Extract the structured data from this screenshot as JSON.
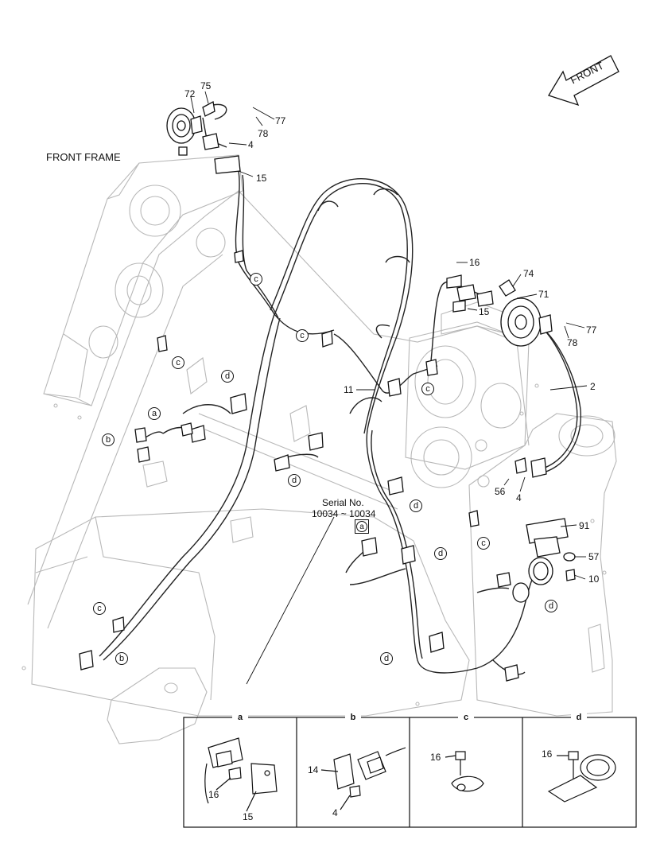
{
  "title": "FRONT FRAME",
  "front_arrow": "FRONT",
  "serial": {
    "line1": "Serial No.",
    "line2": "10034 ~ 10034",
    "ref": "a"
  },
  "part_numbers": {
    "p75": "75",
    "p72": "72",
    "p77a": "77",
    "p78a": "78",
    "p4a": "4",
    "p15a": "15",
    "p16a": "16",
    "p74": "74",
    "p71": "71",
    "p15b": "15",
    "p77b": "77",
    "p78b": "78",
    "p2": "2",
    "p11": "11",
    "p56": "56",
    "p4b": "4",
    "p91": "91",
    "p57": "57",
    "p10": "10"
  },
  "callouts": [
    "a",
    "b",
    "c",
    "d"
  ],
  "details": {
    "a": {
      "header": "a",
      "parts": [
        "16",
        "15"
      ]
    },
    "b": {
      "header": "b",
      "parts": [
        "14",
        "4"
      ]
    },
    "c": {
      "header": "c",
      "parts": [
        "16"
      ]
    },
    "d": {
      "header": "d",
      "parts": [
        "16"
      ]
    }
  }
}
